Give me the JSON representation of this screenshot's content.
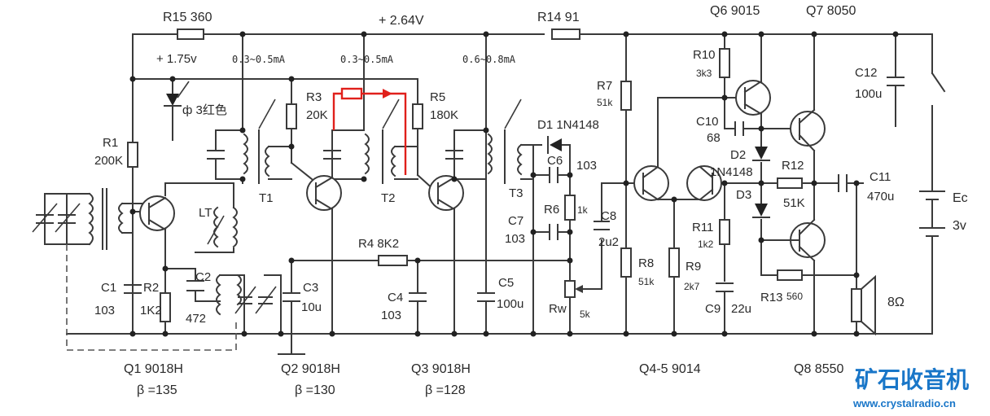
{
  "labels": {
    "r15": "R15  360",
    "supply": "+ 2.64V",
    "r14": "R14  91",
    "q6": "Q6  9015",
    "q7": "Q7  8050",
    "v175": "+ 1.75v",
    "cur1": "0.3~0.5mA",
    "cur2": "0.3~0.5mA",
    "cur3": "0.6~0.8mA",
    "r10": "R10",
    "r10v": "3k3",
    "c12": "C12",
    "c12v": "100u",
    "r3": "R3",
    "r3v": "20K",
    "r5": "R5",
    "r5v": "180K",
    "r7": "R7",
    "r7v": "51k",
    "led": "ф 3红色",
    "d1": "D1  1N4148",
    "c10": "C10",
    "c10v": "68",
    "r1": "R1",
    "r1v": "200K",
    "c6": "C6",
    "c6v": "103",
    "d2": "D2",
    "d2v": "1N4148",
    "r12": "R12",
    "c11": "C11",
    "c11v": "470u",
    "t1": "T1",
    "t2": "T2",
    "t3": "T3",
    "lt": "LT",
    "r6": "R6",
    "r6v": "1k",
    "d3": "D3",
    "r12v": "51K",
    "ec": "Ec",
    "ecv": "3v",
    "c8": "C8",
    "c8v": "2u2",
    "c7": "C7",
    "c7v": "103",
    "r11": "R11",
    "r11v": "1k2",
    "r4": "R4  8K2",
    "c1": "C1",
    "c1v": "103",
    "r2": "R2",
    "r2v": "1K2",
    "c2": "C2",
    "c2v": "472",
    "c3": "C3",
    "c3v": "10u",
    "c4": "C4",
    "c4v": "103",
    "c5": "C5",
    "c5v": "100u",
    "r8": "R8",
    "r8v": "51k",
    "r9": "R9",
    "r9v": "2k7",
    "rw": "Rw",
    "rwv": "5k",
    "c9": "C9",
    "c9v": "22u",
    "r13": "R13",
    "r13v": "560",
    "spk": "8Ω",
    "q1": "Q1  9018H",
    "q1b": "β =135",
    "q2": "Q2  9018H",
    "q2b": "β =130",
    "q3": "Q3  9018H",
    "q3b": "β =128",
    "q45": "Q4-5  9014",
    "q8": "Q8  8550"
  },
  "brand": {
    "name": "矿石收音机",
    "url": "www.crystalradio.cn"
  },
  "colors": {
    "wire": "#3a3a3a",
    "highlight": "#e0201b",
    "brand": "#1976c8"
  }
}
